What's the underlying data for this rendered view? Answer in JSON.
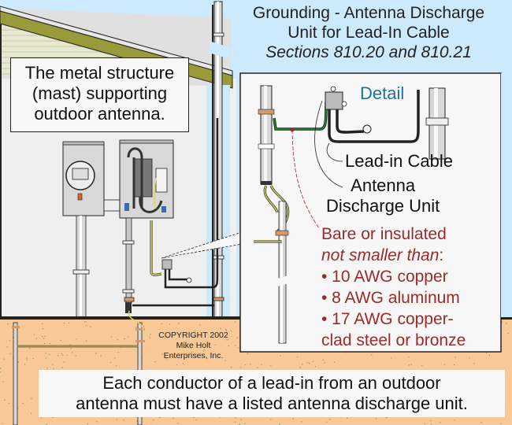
{
  "title": {
    "line1": "Grounding - Antenna Discharge",
    "line2": "Unit for Lead-In Cable",
    "line3": "Sections 810.20 and 810.21"
  },
  "callouts": {
    "mast": {
      "line1": "The metal structure",
      "line2": "(mast) supporting",
      "line3": "outdoor antenna."
    }
  },
  "detail": {
    "title": "Detail",
    "lead_in_label": "Lead-in Cable",
    "discharge_unit_label": {
      "line1": "Antenna",
      "line2": "Discharge Unit"
    },
    "conductor_note": {
      "line1": "Bare or insulated",
      "line2_italic": "not smaller than",
      "line2_suffix": ":",
      "items": [
        "• 10 AWG copper",
        "• 8 AWG aluminum",
        "• 17 AWG copper-",
        "clad steel or bronze"
      ]
    }
  },
  "copyright": {
    "line1": "COPYRIGHT 2002",
    "line2": "Mike Holt",
    "line3": "Enterprises, Inc."
  },
  "bottom_note": {
    "line1": "Each conductor of a lead-in from an outdoor",
    "line2": "antenna must have a listed antenna discharge unit."
  },
  "colors": {
    "sky": "#cdeafd",
    "wall": "#efefef",
    "siding": "#e6e8d0",
    "roof_trim": "#9a9a3a",
    "ground": "#f8c997",
    "ground_speckle": "#8a9a5a",
    "callout_bg": "#f7f7f7",
    "detail_title": "#1f6fa0",
    "conductor_text": "#9b2a2a",
    "bond_wire_green": "#1a8a2a",
    "bond_wire_yellow": "#d8d860",
    "clamp": "#d49a6a"
  }
}
